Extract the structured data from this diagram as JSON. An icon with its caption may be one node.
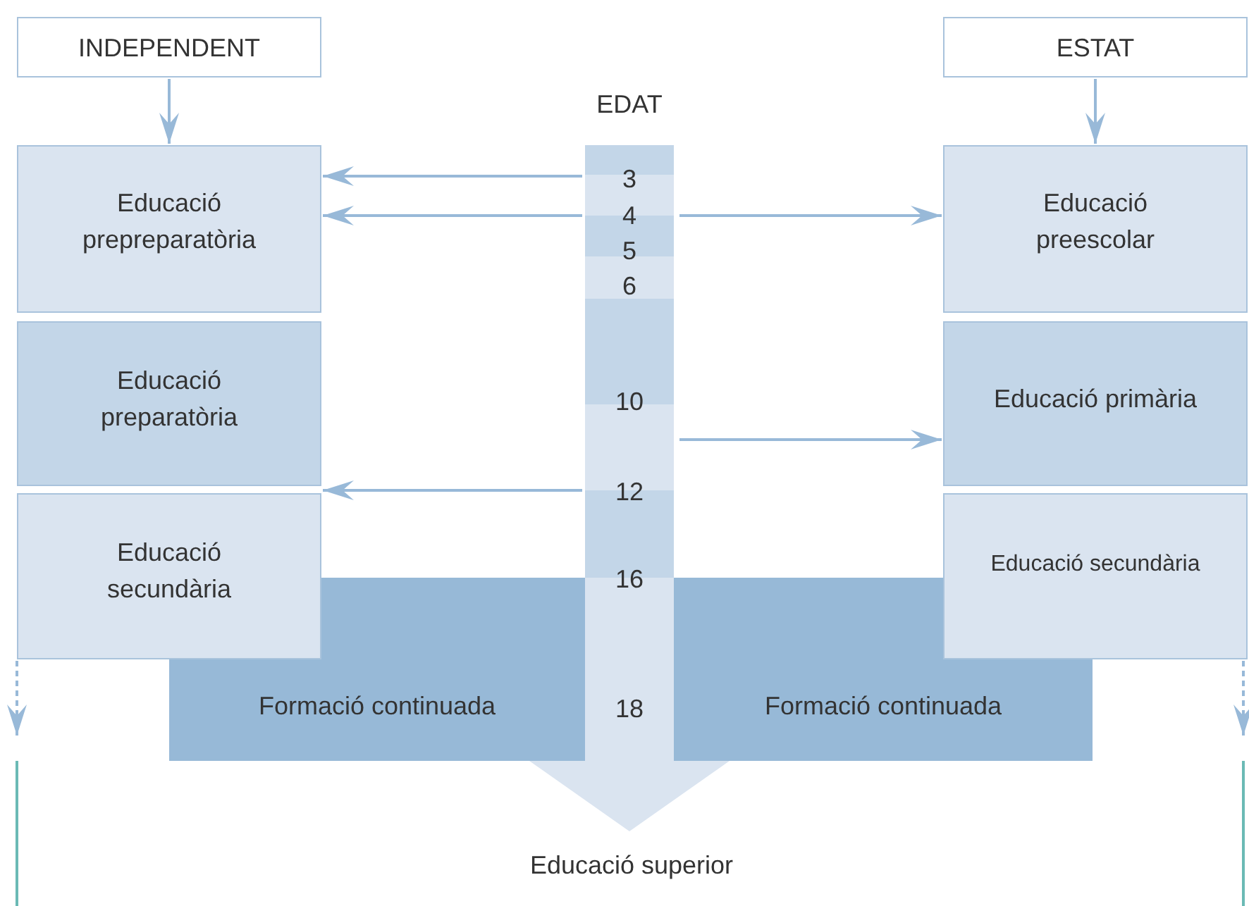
{
  "diagram": {
    "nodes": [
      {
        "text": [
          "INDEPENDENT"
        ]
      },
      {
        "text": [
          "ESTAT"
        ]
      },
      {
        "text": [
          "Educació prepreparatòria"
        ]
      },
      {
        "text": [
          "Educació preescolar"
        ]
      },
      {
        "text": [
          "Educació preparatòria"
        ]
      },
      {
        "text": [
          "Educació primària"
        ]
      },
      {
        "text": [
          "Educació secundària"
        ]
      },
      {
        "text": [
          "Educació secundària"
        ]
      },
      {
        "text": [
          "Formació continuada"
        ]
      },
      {
        "text": [
          "Formació continuada"
        ]
      },
      {
        "text": [
          "EDAT"
        ]
      },
      {
        "text": [
          "Educació superior"
        ]
      }
    ],
    "edges": [
      {
        "from": 0,
        "to": 2,
        "arrow": "to"
      },
      {
        "from": 1,
        "to": 3,
        "arrow": "to"
      },
      {
        "from": 10,
        "to": 2,
        "arrow": "to"
      },
      {
        "from": 10,
        "to": 2,
        "arrow": "to"
      },
      {
        "from": 10,
        "to": 3,
        "arrow": "to"
      },
      {
        "from": 10,
        "to": 5,
        "arrow": "to"
      },
      {
        "from": 10,
        "to": 6,
        "arrow": "to"
      },
      {
        "from": 10,
        "to": 11,
        "arrow": "to",
        "style": "thick"
      },
      {
        "from": 6,
        "to": null,
        "arrow": "to",
        "style": "dashed"
      },
      {
        "from": 7,
        "to": null,
        "arrow": "to",
        "style": "dashed"
      }
    ],
    "labels": [
      "3",
      "4",
      "5",
      "6",
      "10",
      "12",
      "16",
      "18"
    ]
  }
}
